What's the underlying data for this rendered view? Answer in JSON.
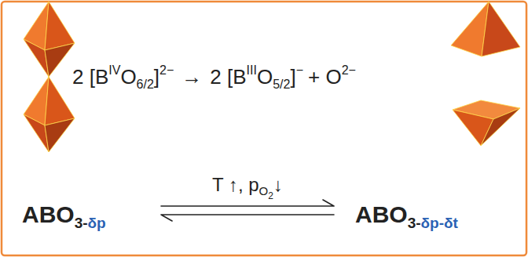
{
  "diagram": {
    "labels": [
      "2 [B",
      "IV",
      "O",
      "6/2",
      "]",
      "2−",
      "→",
      "2 [B",
      "III",
      "O",
      "5/2",
      "]",
      "−",
      "+ O",
      "2−",
      "ABO",
      "3-",
      "δp",
      "T ↑, p",
      "O",
      "2",
      "↓",
      "ABO",
      "3-",
      "δp-δt"
    ]
  }
}
